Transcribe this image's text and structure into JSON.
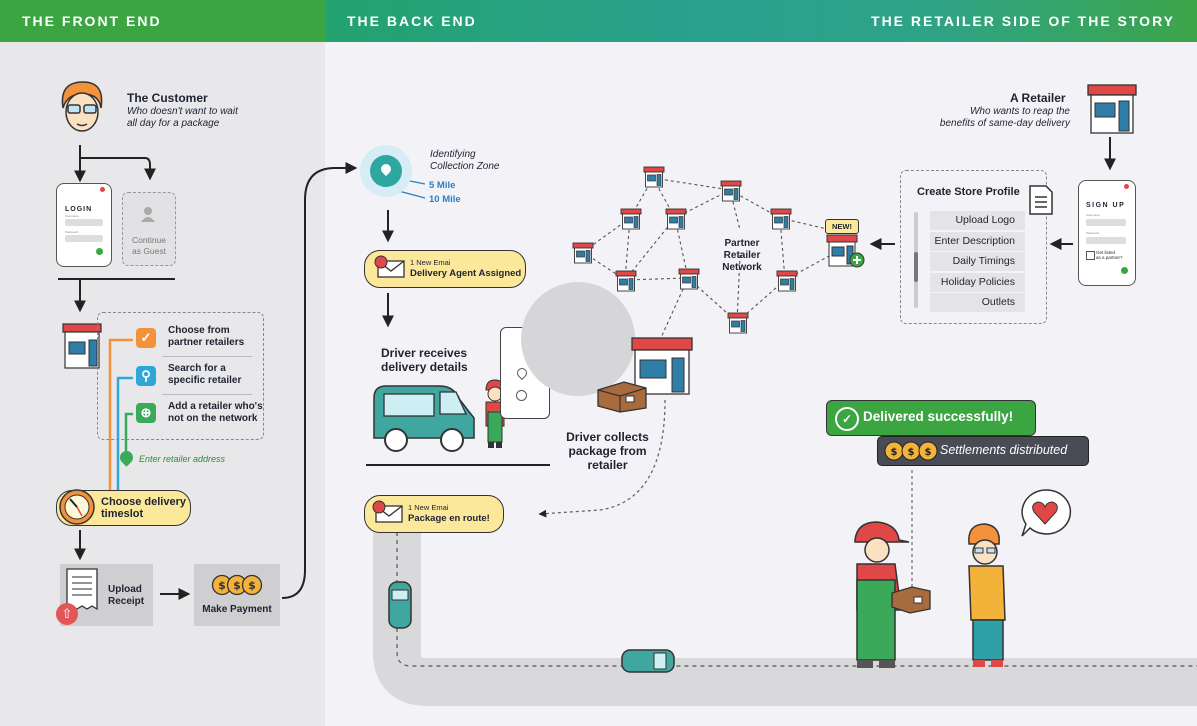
{
  "headers": {
    "front": "THE FRONT END",
    "back": "THE BACK END",
    "retailer_side": "THE RETAILER SIDE OF THE STORY"
  },
  "customer": {
    "title": "The Customer",
    "subtitle_1": "Who doesn't want to wait",
    "subtitle_2": "all day for a package"
  },
  "login": {
    "title": "LOGIN",
    "username": "Username",
    "password": "Password",
    "guest_1": "Continue",
    "guest_2": "as Guest"
  },
  "options": [
    {
      "line1": "Choose from",
      "line2": "partner retailers",
      "color": "#f3923a",
      "icon": "check-badge-icon"
    },
    {
      "line1": "Search for a",
      "line2": "specific retailer",
      "color": "#2ea7d8",
      "icon": "search-icon"
    },
    {
      "line1": "Add a retailer who's",
      "line2": "not on the network",
      "color": "#3aa95a",
      "icon": "add-icon"
    }
  ],
  "enter_address": "Enter retailer address",
  "timeslot": {
    "line1": "Choose delivery",
    "line2": "timeslot"
  },
  "receipt": {
    "line1": "Upload",
    "line2": "Receipt"
  },
  "payment": "Make Payment",
  "zone": {
    "title_1": "Identifying",
    "title_2": "Collection Zone",
    "r1": "5 Mile",
    "r2": "10 Mile"
  },
  "email_assigned": {
    "small": "1 New Emai",
    "big": "Delivery Agent Assigned"
  },
  "driver_receives": {
    "line1": "Driver receives",
    "line2": "delivery details"
  },
  "driver_collects": {
    "line1": "Driver collects",
    "line2": "package from",
    "line3": "retailer"
  },
  "email_route": {
    "small": "1 New Emai",
    "big": "Package en route!"
  },
  "network": {
    "line1": "Partner",
    "line2": "Retailer",
    "line3": "Network",
    "new_badge": "NEW!"
  },
  "retailer": {
    "title": "A Retailer",
    "subtitle_1": "Who wants to reap the",
    "subtitle_2": "benefits of same-day delivery"
  },
  "signup": {
    "title": "SIGN UP",
    "username": "Username",
    "password": "Password",
    "get_listed_1": "Get listed",
    "get_listed_2": "as a partner?"
  },
  "profile": {
    "title": "Create Store Profile",
    "items": [
      "Upload Logo",
      "Enter Description",
      "Daily Timings",
      "Holiday Policies",
      "Outlets"
    ]
  },
  "delivered": "Delivered successfully!",
  "settlements": "Settlements distributed",
  "colors": {
    "front_green": "#3aa541",
    "teal": "#2aa08f",
    "yellow": "#fbe89a",
    "road": "#d9d9dc",
    "store_red": "#e04848",
    "store_blue": "#2f7ea8"
  }
}
